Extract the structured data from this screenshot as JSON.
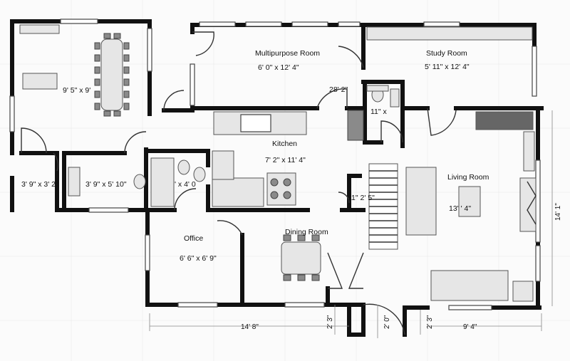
{
  "rooms": {
    "dining_area": {
      "size": "9' 5\" x 9'"
    },
    "multipurpose": {
      "name": "Multipurpose Room",
      "size": "6' 0\" x 12' 4\""
    },
    "study": {
      "name": "Study Room",
      "size": "5' 11\" x 12' 4\""
    },
    "hall_dim": "28' 2\"",
    "half_bath": {
      "size": "11\" x"
    },
    "kitchen": {
      "name": "Kitchen",
      "size": "7' 2\" x 11' 4\""
    },
    "closet": {
      "size": "3' 9\" x 3' 2\""
    },
    "bath1": {
      "size": "3' 9\" x 5' 10\""
    },
    "bath2": {
      "size": "' x 4' 0"
    },
    "stair": {
      "size": "11\"   2' 5\""
    },
    "living": {
      "name": "Living Room",
      "size": "13'      ' 4\""
    },
    "office": {
      "name": "Office",
      "size": "6' 6\" x 6' 9\""
    },
    "dining_room": {
      "name": "Dining Room"
    }
  },
  "dimensions": {
    "right": "14' 1\"",
    "bottom_left": "14' 8\"",
    "entry_left": "2' 3\"",
    "entry_door": "2' 0\"",
    "entry_right": "2' 3\"",
    "bottom_right": "9' 4\""
  }
}
